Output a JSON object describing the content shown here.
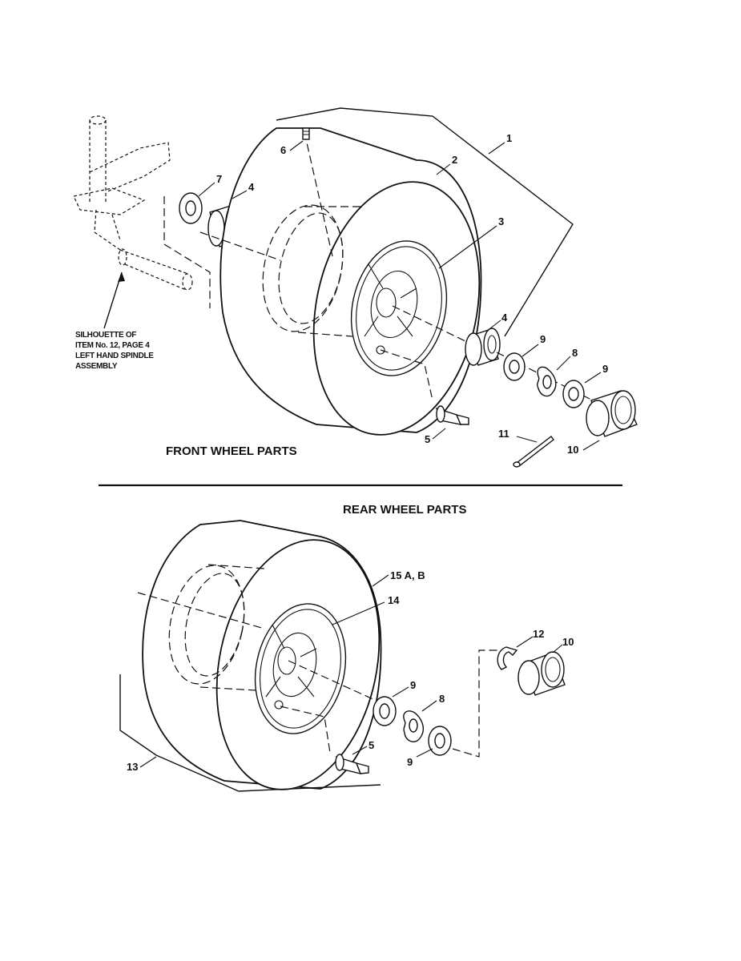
{
  "headings": {
    "front": "FRONT WHEEL PARTS",
    "rear": "REAR WHEEL PARTS"
  },
  "note": {
    "line1": "SILHOUETTE OF",
    "line2": "ITEM No. 12, PAGE 4",
    "line3": "LEFT HAND SPINDLE",
    "line4": "ASSEMBLY"
  },
  "callouts": {
    "f1": "1",
    "f2": "2",
    "f3": "3",
    "f4a": "4",
    "f4b": "4",
    "f5": "5",
    "f6": "6",
    "f7": "7",
    "f8": "8",
    "f9a": "9",
    "f9b": "9",
    "f10": "10",
    "f11": "11",
    "r15": "15 A, B",
    "r14": "14",
    "r13": "13",
    "r9a": "9",
    "r9b": "9",
    "r8": "8",
    "r5": "5",
    "r12": "12",
    "r10": "10"
  }
}
